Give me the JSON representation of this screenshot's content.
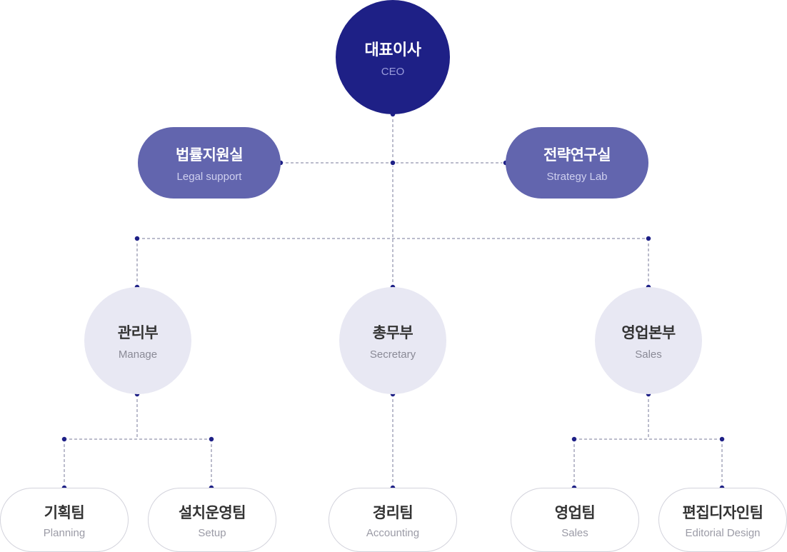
{
  "ceo": {
    "ko": "대표이사",
    "en": "CEO"
  },
  "staff": [
    {
      "ko": "법률지원실",
      "en": "Legal support"
    },
    {
      "ko": "전략연구실",
      "en": "Strategy Lab"
    }
  ],
  "departments": [
    {
      "ko": "관리부",
      "en": "Manage"
    },
    {
      "ko": "총무부",
      "en": "Secretary"
    },
    {
      "ko": "영업본부",
      "en": "Sales"
    }
  ],
  "teams": [
    {
      "ko": "기획팀",
      "en": "Planning"
    },
    {
      "ko": "설치운영팀",
      "en": "Setup"
    },
    {
      "ko": "경리팀",
      "en": "Accounting"
    },
    {
      "ko": "영업팀",
      "en": "Sales"
    },
    {
      "ko": "편집디자인팀",
      "en": "Editorial Design"
    }
  ],
  "colors": {
    "ceo": "#1e2086",
    "staff": "#6265ae",
    "department": "#e8e8f3",
    "team_border": "#d3d3dc",
    "connector": "#1e2086"
  }
}
